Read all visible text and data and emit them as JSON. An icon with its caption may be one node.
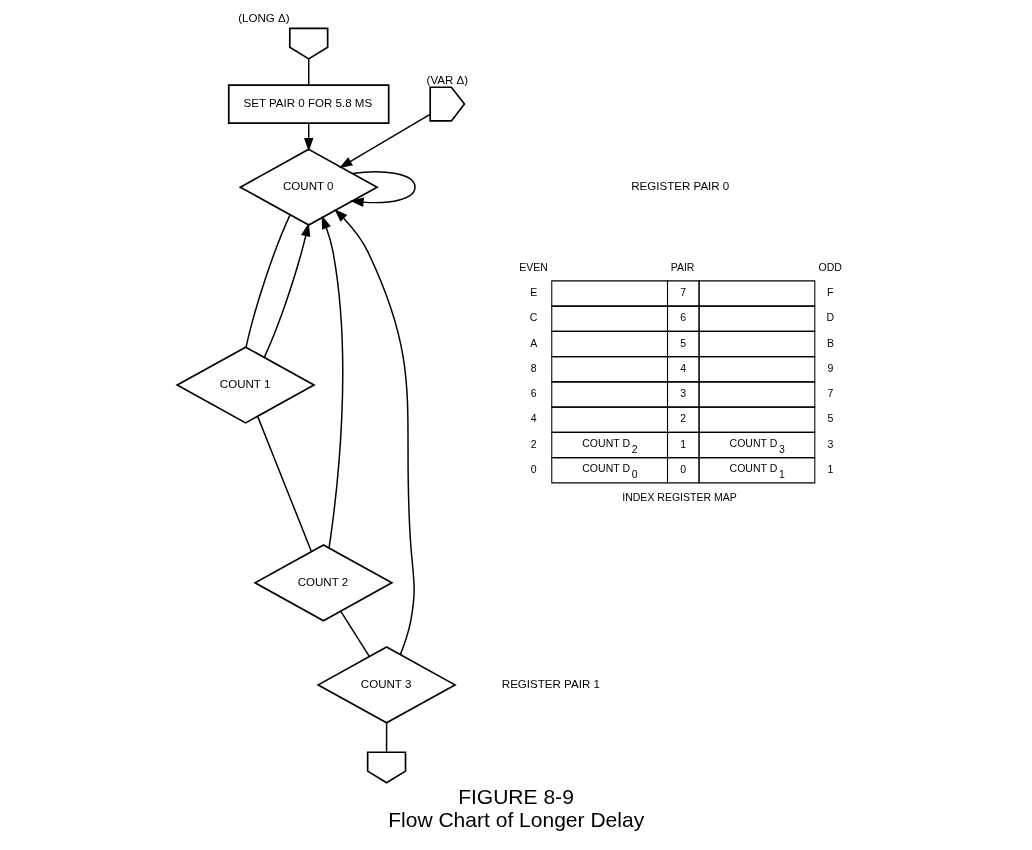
{
  "diagram": {
    "title": "FIGURE 8-9",
    "caption": "Flow Chart of Longer Delay",
    "nodes": [
      {
        "text": [],
        "shape": "pentagon",
        "beside": [
          "(LONG Δ)"
        ]
      },
      {
        "text": [
          "SET PAIR 0 FOR 5.8 MS"
        ]
      },
      {
        "text": [],
        "shape": "pentagon",
        "beside": [
          "(VAR Δ)"
        ]
      },
      {
        "text": [
          "COUNT 0"
        ]
      },
      {
        "text": [
          "COUNT 1"
        ]
      },
      {
        "text": [
          "COUNT 2"
        ]
      },
      {
        "text": [
          "COUNT 3"
        ]
      },
      {
        "text": [],
        "shape": "pentagon"
      }
    ],
    "edges": [
      {
        "from": 0,
        "to": 1,
        "arrow": "none"
      },
      {
        "from": 1,
        "to": 3,
        "arrow": "to"
      },
      {
        "from": 2,
        "to": 3,
        "arrow": "to"
      },
      {
        "from": 3,
        "to": 3,
        "arrow": "to"
      },
      {
        "from": 3,
        "to": 4,
        "arrow": "none"
      },
      {
        "from": 4,
        "to": 3,
        "arrow": "to"
      },
      {
        "from": 4,
        "to": 5,
        "arrow": "none"
      },
      {
        "from": 5,
        "to": 3,
        "arrow": "to"
      },
      {
        "from": 5,
        "to": 6,
        "arrow": "none"
      },
      {
        "from": 6,
        "to": 3,
        "arrow": "to"
      },
      {
        "from": 6,
        "to": 7,
        "arrow": "none"
      }
    ],
    "labels": [
      "REGISTER PAIR 0",
      "REGISTER PAIR 1",
      "EVEN",
      "PAIR",
      "ODD",
      "E",
      "7",
      "F",
      "C",
      "6",
      "D",
      "A",
      "5",
      "B",
      "8",
      "4",
      "9",
      "6",
      "3",
      "7",
      "4",
      "2",
      "5",
      "2",
      "COUNT D$_{2}$",
      "1",
      "COUNT D$_{3}$",
      "3",
      "0",
      "COUNT D$_{0}$",
      "0",
      "COUNT D$_{1}$",
      "1",
      "INDEX REGISTER MAP"
    ]
  }
}
